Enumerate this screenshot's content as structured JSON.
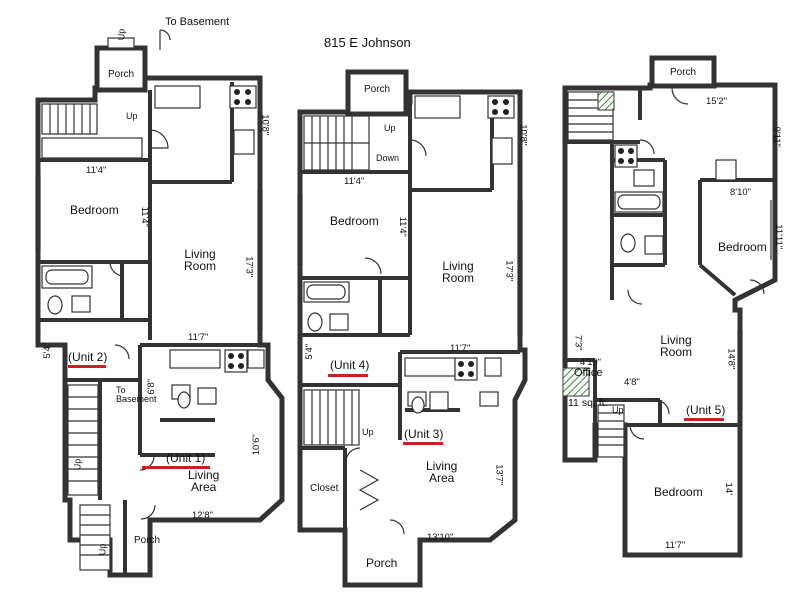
{
  "title": "815 E Johnson",
  "to_basement_top": "To Basement",
  "to_basement_mid": "To\nBasement",
  "rooms": {
    "bedroom": "Bedroom",
    "living_room_1": "Living\nRoom",
    "living_room_2": "Living\nRoom",
    "living_room_3": "Living\nRoom",
    "living_area": "Living\nArea",
    "porch": "Porch",
    "closet": "Closet",
    "office": "Office",
    "office_area": "11 sq. ft."
  },
  "stairs": {
    "up": "Up",
    "down": "Down"
  },
  "units": [
    "(Unit 1)",
    "(Unit 2)",
    "(Unit 3)",
    "(Unit 4)",
    "(Unit 5)"
  ],
  "dims": {
    "u2_kitchen": "10'8\"",
    "u2_bed_w": "11'4\"",
    "u2_bed_h": "11'4\"",
    "u2_liv_h": "17'3\"",
    "u2_liv_w": "11'7\"",
    "u2_hall": "5'4\"",
    "u1_bath": "6'8\"",
    "u1_liv_h": "10'6\"",
    "u1_liv_w": "12'8\"",
    "u4_kitchen": "10'8\"",
    "u4_bed_w": "11'4\"",
    "u4_bed_h": "11'4\"",
    "u4_liv_h": "17'3\"",
    "u4_liv_w": "11'7\"",
    "u4_hall": "5'4\"",
    "u3_liv_h": "13'7\"",
    "u3_liv_w": "13'10\"",
    "u5_top_w": "15'2\"",
    "u5_top_h": "9'11\"",
    "u5_bed_w": "8'10\"",
    "u5_bed_h": "11'11\"",
    "u5_hall": "7'3\"",
    "u5_office_w": "4'10\"",
    "u5_liv_h": "14'8\"",
    "u5_stair_w": "4'8\"",
    "u5_bed2_h": "14'",
    "u5_bed2_w": "11'7\""
  },
  "colors": {
    "unit_underline": "#cc1f1f",
    "wall": "#333333",
    "office_hatch": "#3a8a3a"
  }
}
